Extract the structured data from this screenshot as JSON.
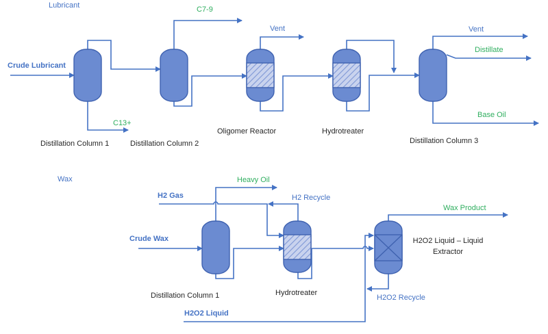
{
  "sections": {
    "lubricant": {
      "title": "Lubricant",
      "feed": "Crude Lubricant",
      "units": {
        "column1": "Distillation Column 1",
        "column2": "Distillation Column 2",
        "reactor": "Oligomer Reactor",
        "hydrotreater": "Hydrotreater",
        "column3": "Distillation Column 3"
      },
      "streams": {
        "c13": "C13+",
        "c79": "C7-9",
        "vent1": "Vent",
        "vent2": "Vent",
        "distillate": "Distillate",
        "base_oil": "Base Oil"
      }
    },
    "wax": {
      "title": "Wax",
      "feed": "Crude Wax",
      "h2_gas": "H2 Gas",
      "h2o2_liquid": "H2O2 Liquid",
      "units": {
        "column1": "Distillation Column 1",
        "hydrotreater": "Hydrotreater",
        "extractor_line1": "H2O2 Liquid – Liquid",
        "extractor_line2": "Extractor"
      },
      "streams": {
        "heavy_oil": "Heavy Oil",
        "h2_recycle": "H2 Recycle",
        "wax_product": "Wax Product",
        "h2o2_recycle": "H2O2 Recycle"
      }
    }
  },
  "colors": {
    "line": "#4472c4",
    "vessel_fill": "#6b8bd1",
    "vessel_stroke": "#3f62b0",
    "product_text": "#2fae5f",
    "label_text": "#262626"
  }
}
